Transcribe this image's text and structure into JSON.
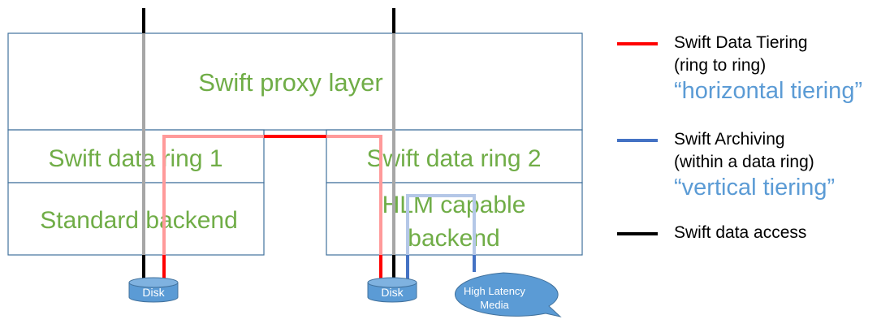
{
  "diagram": {
    "proxy_layer": "Swift proxy layer",
    "ring1": "Swift data ring 1",
    "ring2": "Swift data ring 2",
    "standard_backend": "Standard backend",
    "hlm_backend_line1": "HLM capable",
    "hlm_backend_line2": "backend",
    "disk_left": "Disk",
    "disk_right": "Disk",
    "media_line1": "High Latency",
    "media_line2": "Media",
    "colors": {
      "box_border": "#41719c",
      "box_text": "#70ad47",
      "tiering": "#ff0000",
      "tiering_faded": "#ff9a9a",
      "archiving": "#4472c4",
      "archiving_faded": "#b4c7e7",
      "access": "#000000",
      "access_faded": "#a6a6a6",
      "disk_fill": "#5b9bd5",
      "disk_stroke": "#41719c"
    }
  },
  "legend": {
    "tiering_line1": "Swift Data Tiering",
    "tiering_line2": "(ring to ring)",
    "tiering_quote": "“horizontal tiering”",
    "archiving_line1": "Swift Archiving",
    "archiving_line2": "(within a data ring)",
    "archiving_quote": "“vertical tiering”",
    "access_label": "Swift data access"
  }
}
